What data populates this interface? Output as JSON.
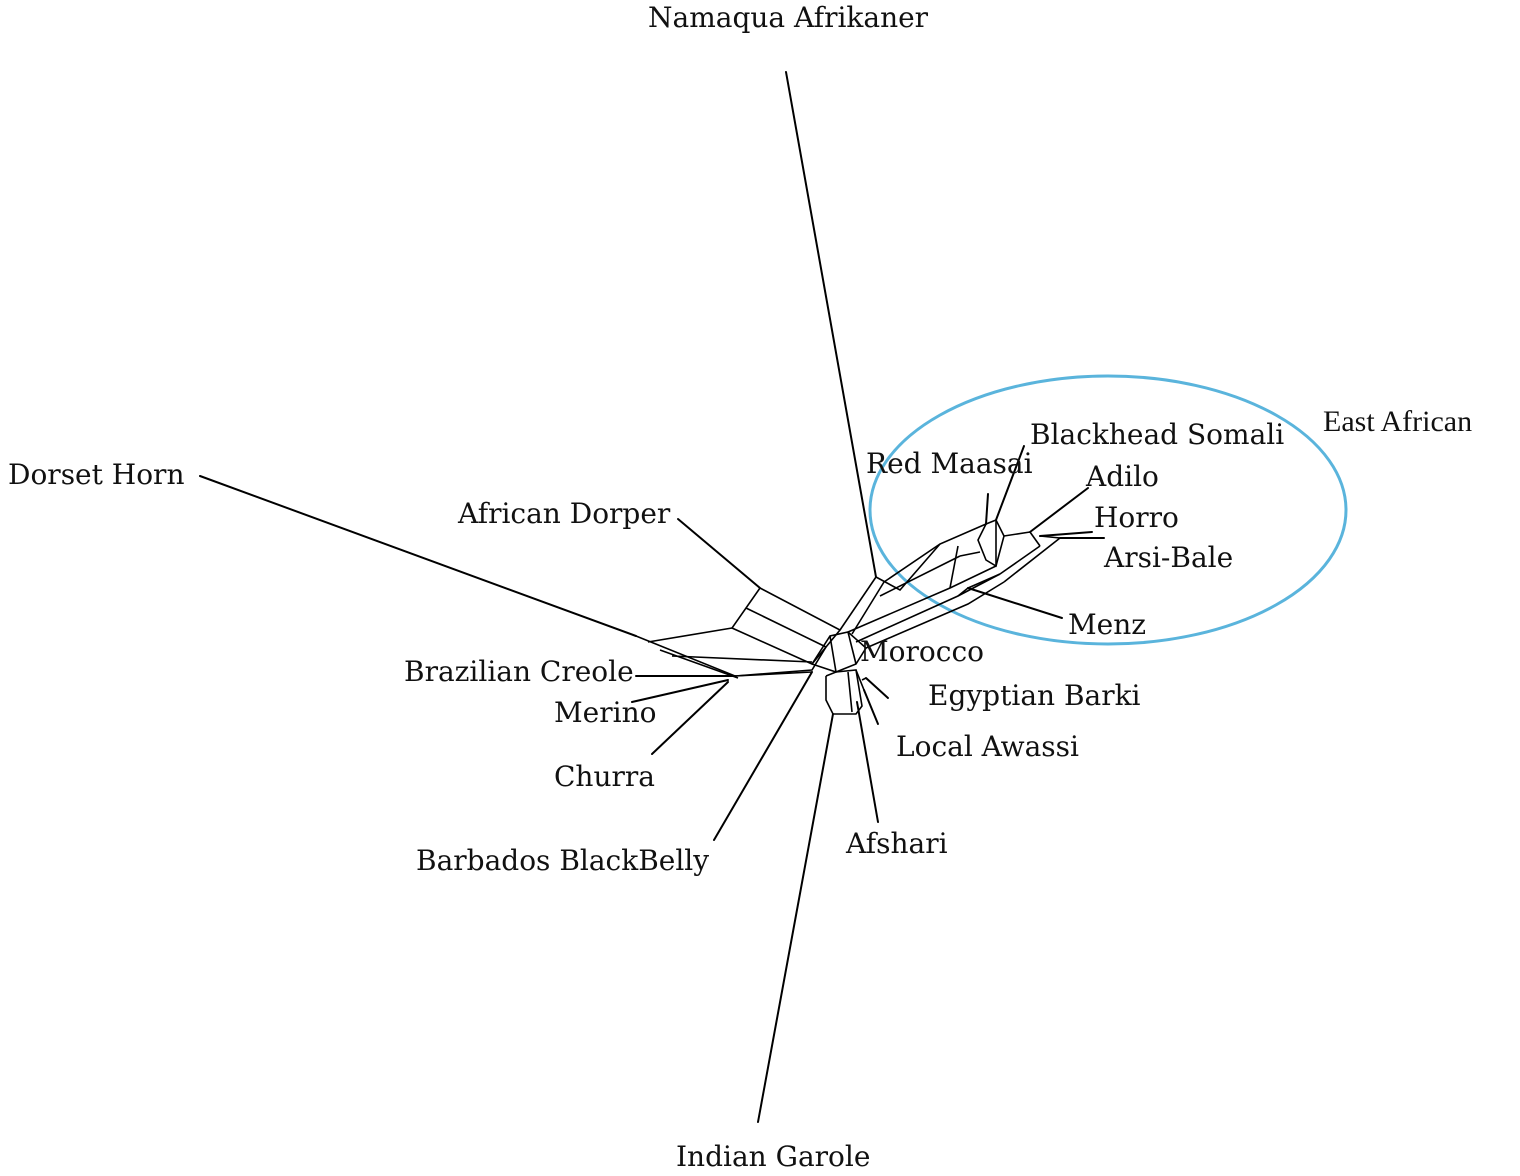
{
  "colors": {
    "edges": "#000000",
    "cluster_outline": "#5ab4dc",
    "label_text": "#111111",
    "background": "#ffffff"
  },
  "taxa": {
    "namaqua_afrikaner": "Namaqua Afrikaner",
    "dorset_horn": "Dorset Horn",
    "african_dorper": "African Dorper",
    "red_maasai": "Red Maasai",
    "blackhead_somali": "Blackhead Somali",
    "adilo": "Adilo",
    "horro": "Horro",
    "arsi_bale": "Arsi-Bale",
    "menz": "Menz",
    "morocco": "Morocco",
    "egyptian_barki": "Egyptian Barki",
    "local_awassi": "Local Awassi",
    "afshari": "Afshari",
    "brazilian_creole": "Brazilian Creole",
    "merino": "Merino",
    "churra": "Churra",
    "barbados_blackbelly": "Barbados BlackBelly",
    "indian_garole": "Indian Garole"
  },
  "cluster": {
    "label": "East African",
    "members": [
      "Red Maasai",
      "Blackhead Somali",
      "Adilo",
      "Horro",
      "Arsi-Bale",
      "Menz"
    ]
  }
}
